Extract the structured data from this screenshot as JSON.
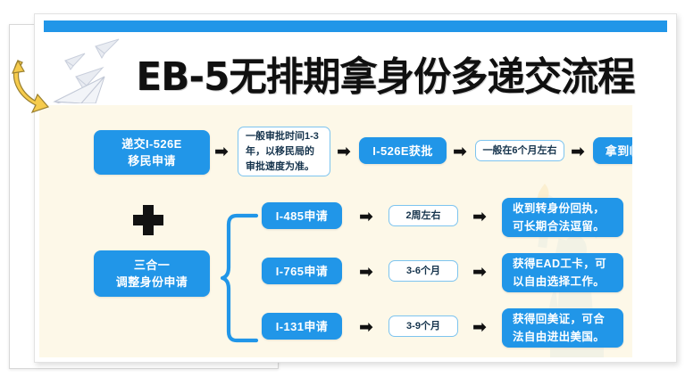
{
  "title": "EB-5无排期拿身份多递交流程",
  "decor": {
    "paper_planes_icon": "paper-plane-icon",
    "yellow_arrow_icon": "curved-arrow-icon",
    "liberty_icon": "statue-of-liberty-icon",
    "plus_icon": "plus-icon",
    "brace_icon": "curly-brace-icon",
    "arrow_glyph": "➡"
  },
  "colors": {
    "accent_blue": "#2196e8",
    "panel_cream": "#fdf8e8",
    "border_blue": "#7dc4ef",
    "text_navy": "#16344d"
  },
  "row1": {
    "step1": "递交I-526E\n移民申请",
    "step1_line1": "递交I-526E",
    "step1_line2": "移民申请",
    "note1": "一般审批时间1-3年，以移民局的审批速度为准。",
    "step2": "I-526E获批",
    "note2": "一般在6个月左右",
    "step3": "拿到临时绿卡"
  },
  "row2": {
    "group_label_line1": "三合一",
    "group_label_line2": "调整身份申请",
    "branches": [
      {
        "application": "I-485申请",
        "duration": "2周左右",
        "result": "收到转身份回执，可长期合法逗留。"
      },
      {
        "application": "I-765申请",
        "duration": "3-6个月",
        "result": "获得EAD工卡，可以自由选择工作。"
      },
      {
        "application": "I-131申请",
        "duration": "3-9个月",
        "result": "获得回美证，可合法自由进出美国。"
      }
    ]
  }
}
